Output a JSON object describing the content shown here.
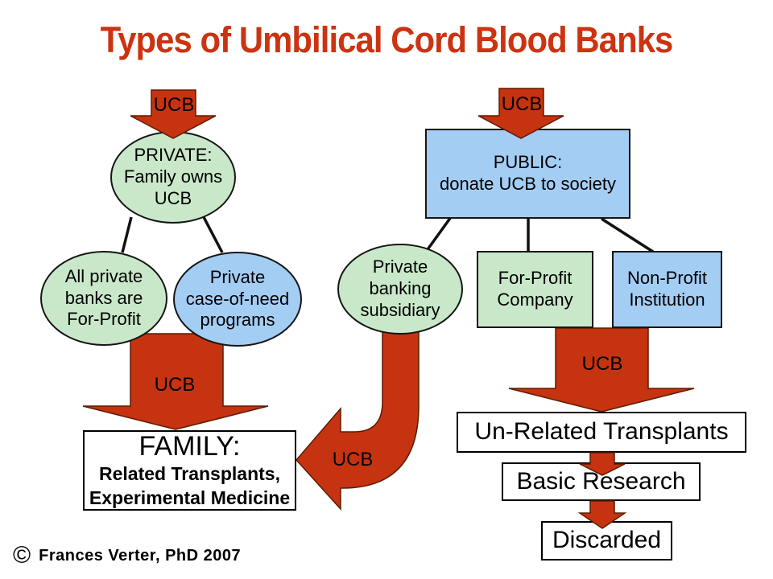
{
  "title": "Types of Umbilical Cord Blood Banks",
  "colors": {
    "title_red": "#cc3311",
    "accent_red": "#c63310",
    "node_green": "#c9e8c9",
    "node_blue": "#a4cdf4"
  },
  "nodes": {
    "private": "PRIVATE:\nFamily owns\nUCB",
    "public": "PUBLIC:\ndonate UCB to society",
    "all_private": "All private\nbanks are\nFor-Profit",
    "case_of_need": "Private\ncase-of-need\nprograms",
    "banking_subsidiary": "Private\nbanking\nsubsidiary",
    "for_profit": "For-Profit\nCompany",
    "non_profit": "Non-Profit\nInstitution",
    "family_title": "FAMILY:",
    "family_sub": "Related Transplants,\nExperimental Medicine",
    "unrelated": "Un-Related Transplants",
    "basic_research": "Basic Research",
    "discarded": "Discarded"
  },
  "arrow_labels": {
    "to_private": "UCB",
    "to_public": "UCB",
    "to_family": "UCB",
    "from_subsidiary": "UCB",
    "to_unrelated": "UCB"
  },
  "footer": {
    "symbol": "©",
    "credit": "Frances Verter, PhD 2007"
  }
}
